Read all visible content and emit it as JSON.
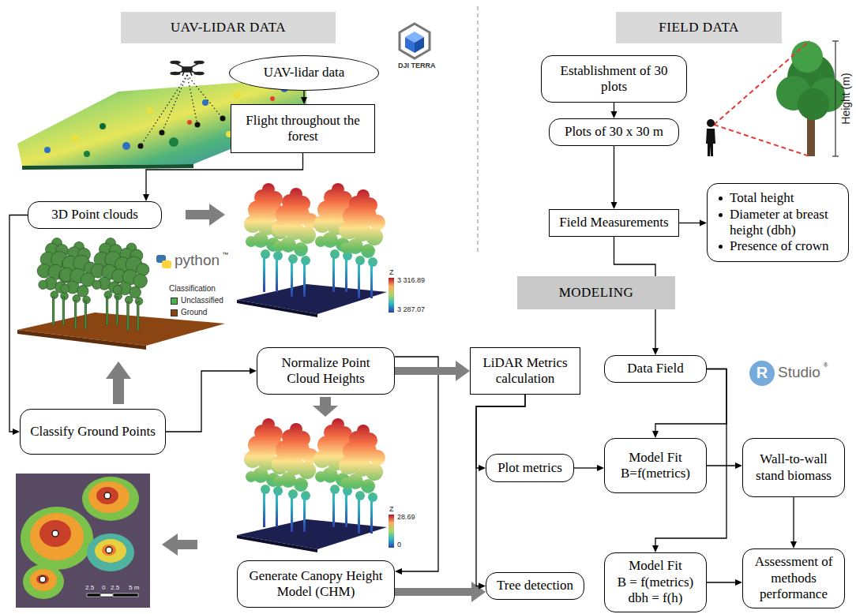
{
  "diagram": {
    "nodes": [
      {
        "text": [
          "UAV-LIDAR DATA"
        ]
      },
      {
        "text": [
          "FIELD DATA"
        ]
      },
      {
        "text": [
          "UAV-lidar data"
        ]
      },
      {
        "text": [
          "Flight throughout the forest"
        ]
      },
      {
        "text": [
          "Establishment of 30 plots"
        ]
      },
      {
        "text": [
          "Plots of 30 x 30 m"
        ]
      },
      {
        "text": [
          "3D Point clouds"
        ]
      },
      {
        "text": [
          "Field Measurements"
        ]
      },
      {
        "text": [
          "Total height",
          "Diameter at breast height (dbh)",
          "Presence of crown"
        ]
      },
      {
        "text": [
          "MODELING"
        ]
      },
      {
        "text": [
          "Classify Ground Points"
        ]
      },
      {
        "text": [
          "Normalize Point Cloud Heights"
        ]
      },
      {
        "text": [
          "LiDAR Metrics calculation"
        ]
      },
      {
        "text": [
          "Data Field"
        ]
      },
      {
        "text": [
          "Plot metrics"
        ]
      },
      {
        "text": [
          "Model Fit",
          "B=f(metrics)"
        ]
      },
      {
        "text": [
          "Wall-to-wall stand biomass"
        ]
      },
      {
        "text": [
          "Generate Canopy Height Model (CHM)"
        ]
      },
      {
        "text": [
          "Tree detection"
        ]
      },
      {
        "text": [
          "Model Fit",
          "B = f(metrics)",
          "dbh = f(h)"
        ]
      },
      {
        "text": [
          "Assessment of methods performance"
        ]
      }
    ],
    "edges": [
      {
        "from": 2,
        "to": 3,
        "arrow": "to"
      },
      {
        "from": 3,
        "to": 6,
        "arrow": "to"
      },
      {
        "from": 6,
        "to": 10,
        "arrow": "to"
      },
      {
        "from": 10,
        "to": 11,
        "arrow": "to"
      },
      {
        "from": 11,
        "to": 17,
        "arrow": "to"
      },
      {
        "from": 11,
        "to": 12,
        "arrow": "to"
      },
      {
        "from": 17,
        "to": 18,
        "arrow": "to"
      },
      {
        "from": 4,
        "to": 5,
        "arrow": "to"
      },
      {
        "from": 5,
        "to": 7,
        "arrow": "to"
      },
      {
        "from": 7,
        "to": 8,
        "arrow": "to"
      },
      {
        "from": 7,
        "to": 13,
        "arrow": "to"
      },
      {
        "from": 12,
        "to": 14,
        "arrow": "to"
      },
      {
        "from": 12,
        "to": 18,
        "arrow": "to"
      },
      {
        "from": 14,
        "to": 15,
        "arrow": "to"
      },
      {
        "from": 13,
        "to": 15,
        "arrow": "to"
      },
      {
        "from": 13,
        "to": 19,
        "arrow": "to"
      },
      {
        "from": 15,
        "to": 16,
        "arrow": "to"
      },
      {
        "from": 16,
        "to": 20,
        "arrow": "to"
      },
      {
        "from": 19,
        "to": 20,
        "arrow": "to"
      }
    ],
    "labels": [
      "DJI TERRA",
      "python",
      "™",
      "Classification",
      "Z",
      "3 316.89",
      "3 287.07",
      "Z",
      "28.69",
      "0",
      "2.5",
      "0",
      "2.5",
      "5 m",
      "Height (m)",
      "R",
      "Studio",
      "®"
    ],
    "legend": [
      {
        "text": "Unclassified",
        "color": "#4caf50"
      },
      {
        "text": "Ground",
        "color": "#8b4513"
      }
    ]
  }
}
